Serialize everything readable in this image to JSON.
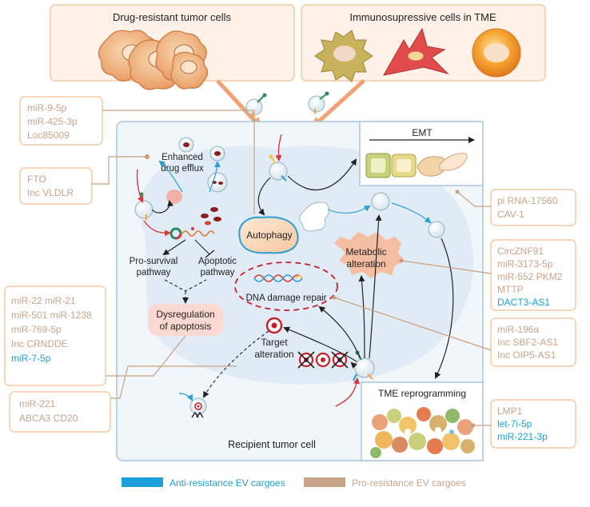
{
  "top_boxes": {
    "drug_resistant": "Drug-resistant tumor cells",
    "immunosuppressive": "Immunosupressive cells in TME"
  },
  "mechanisms": {
    "drug_efflux_line1": "Enhanced",
    "drug_efflux_line2": "drug efflux",
    "autophagy": "Autophagy",
    "emt": "EMT",
    "metabolic_line1": "Metabolic",
    "metabolic_line2": "alteration",
    "pro_survival_line1": "Pro-survival",
    "pro_survival_line2": "pathway",
    "apoptotic_line1": "Apoptotic",
    "apoptotic_line2": "pathway",
    "dna_repair": "DNA damage repair",
    "dysregulation_line1": "Dysregulation",
    "dysregulation_line2": "of apoptosis",
    "target_line1": "Target",
    "target_line2": "alteration",
    "tme_reprogramming": "TME reprogramming",
    "recipient_cell": "Recipient tumor cell"
  },
  "cargo_boxes": {
    "autophagy_cargo": [
      {
        "text": "miR-9-5p",
        "type": "pro"
      },
      {
        "text": "miR-425-3p",
        "type": "pro"
      },
      {
        "text": "Loc85009",
        "type": "pro"
      }
    ],
    "efflux_cargo": [
      {
        "text": "FTO",
        "type": "pro"
      },
      {
        "text": "Inc VLDLR",
        "type": "pro"
      }
    ],
    "emt_cargo": [
      {
        "text": "pi RNA-17560",
        "type": "pro"
      },
      {
        "text": "CAV-1",
        "type": "pro"
      }
    ],
    "metabolic_cargo": [
      {
        "text": "CircZNF91",
        "type": "pro"
      },
      {
        "text": "miR-3173-5p",
        "type": "pro"
      },
      {
        "text": "miR-552  PKM2",
        "type": "pro"
      },
      {
        "text": "MTTP",
        "type": "pro"
      },
      {
        "text": "DACT3-AS1",
        "type": "anti"
      }
    ],
    "apoptosis_cargo": [
      {
        "text": "miR-22  miR-21",
        "type": "pro"
      },
      {
        "text": "miR-501 miR-1238",
        "type": "pro"
      },
      {
        "text": "miR-769-5p",
        "type": "pro"
      },
      {
        "text": "Inc CRNDDE",
        "type": "pro"
      },
      {
        "text": "miR-7-5p",
        "type": "anti"
      }
    ],
    "dna_cargo": [
      {
        "text": "miR-196a",
        "type": "pro"
      },
      {
        "text": "Inc SBF2-AS1",
        "type": "pro"
      },
      {
        "text": "Inc OIP5-AS1",
        "type": "pro"
      }
    ],
    "target_cargo": [
      {
        "text": "miR-221",
        "type": "pro"
      },
      {
        "text": "ABCA3    CD20",
        "type": "pro"
      }
    ],
    "tme_cargo": [
      {
        "text": "LMP1",
        "type": "pro"
      },
      {
        "text": "let-7i-5p",
        "type": "anti"
      },
      {
        "text": "miR-221-3p",
        "type": "anti"
      }
    ]
  },
  "legend": {
    "anti": "Anti-resistance EV cargoes",
    "pro": "Pro-resistance EV cargoes"
  },
  "colors": {
    "anti": "#1a9fd8",
    "pro": "#c9a38a",
    "box_border": "#f6c9a4",
    "cell_border": "#a9c6e4",
    "cell_fill": "#edf3fa"
  }
}
